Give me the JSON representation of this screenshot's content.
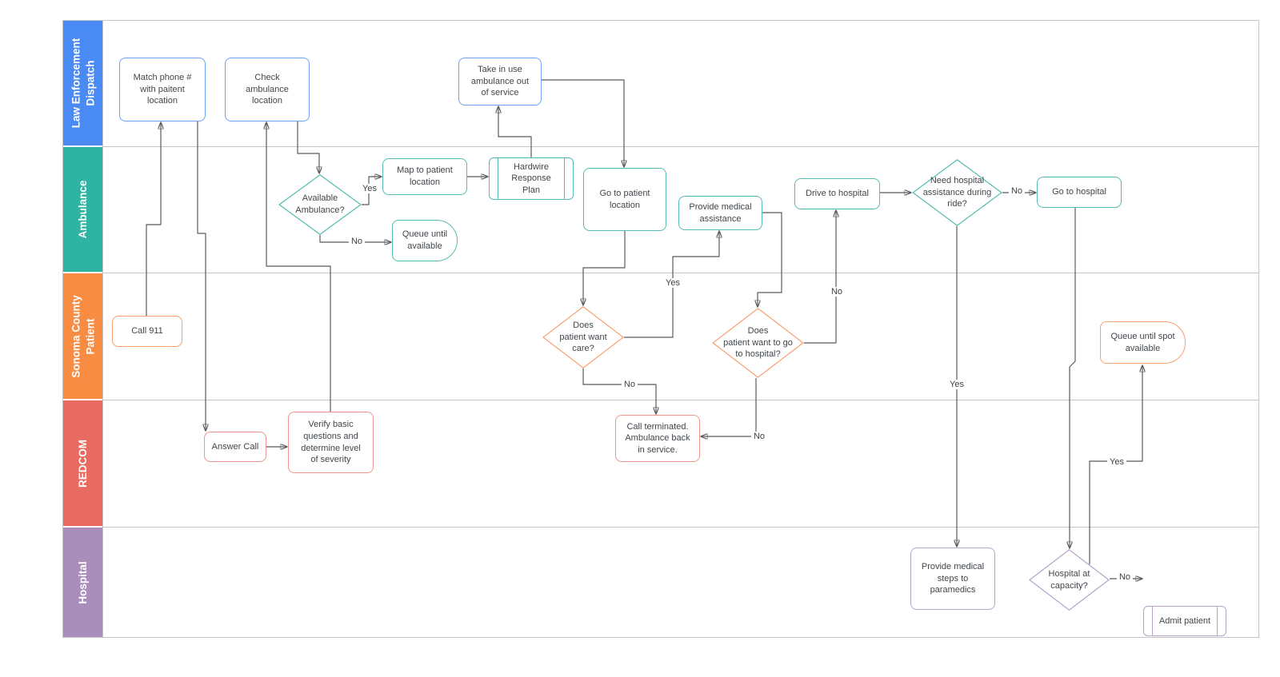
{
  "diagram_type": "swimlane-flowchart",
  "colors": {
    "lane_blue": "#4a8af4",
    "lane_teal": "#2fb3a3",
    "lane_orange": "#f98c43",
    "lane_red": "#e96a61",
    "lane_purple": "#a98dbb",
    "node_border_blue": "#6f9ff5",
    "node_border_teal": "#54bcb0",
    "node_border_orange": "#f8a06e",
    "node_border_red": "#f0948d",
    "node_border_purple": "#b7a2ca",
    "connector": "#585b5f",
    "node_text": "#41464b",
    "lane_line": "#c3c5c7",
    "node_fill": "#ffffff",
    "lane_label_text": "#ffffff"
  },
  "lanes": [
    {
      "id": "law-enforcement-dispatch",
      "label": "Law Enforcement\nDispatch",
      "color": "#4a8af4"
    },
    {
      "id": "ambulance",
      "label": "Ambulance",
      "color": "#2fb3a3"
    },
    {
      "id": "sonoma-county-patient",
      "label": "Sonoma County\nPatient",
      "color": "#f98c43"
    },
    {
      "id": "redcom",
      "label": "REDCOM",
      "color": "#e96a61"
    },
    {
      "id": "hospital",
      "label": "Hospital",
      "color": "#a98dbb"
    }
  ],
  "nodes": [
    {
      "id": "match-phone",
      "lane": "law-enforcement-dispatch",
      "type": "process",
      "label": "Match phone #\nwith paitent\nlocation"
    },
    {
      "id": "check-ambulance-location",
      "lane": "law-enforcement-dispatch",
      "type": "process",
      "label": "Check\nambulance\nlocation"
    },
    {
      "id": "take-ambulance-out-of-service",
      "lane": "law-enforcement-dispatch",
      "type": "process",
      "label": "Take in use\nambulance out\nof service"
    },
    {
      "id": "available-ambulance",
      "lane": "ambulance",
      "type": "decision",
      "label": "Available\nAmbulance?"
    },
    {
      "id": "map-to-patient-location",
      "lane": "ambulance",
      "type": "process",
      "label": "Map to patient\nlocation"
    },
    {
      "id": "hardwire-response-plan",
      "lane": "ambulance",
      "type": "predefined-process",
      "label": "Hardwire\nResponse\nPlan"
    },
    {
      "id": "queue-until-available",
      "lane": "ambulance",
      "type": "delay",
      "label": "Queue until\navailable"
    },
    {
      "id": "go-to-patient-location",
      "lane": "ambulance",
      "type": "process",
      "label": "Go to patient\nlocation"
    },
    {
      "id": "provide-medical-assistance",
      "lane": "ambulance",
      "type": "process",
      "label": "Provide medical\nassistance"
    },
    {
      "id": "drive-to-hospital",
      "lane": "ambulance",
      "type": "process",
      "label": "Drive to hospital"
    },
    {
      "id": "need-hospital-assistance",
      "lane": "ambulance",
      "type": "decision",
      "label": "Need hospital\nassistance during\nride?"
    },
    {
      "id": "go-to-hospital",
      "lane": "ambulance",
      "type": "process",
      "label": "Go to hospital"
    },
    {
      "id": "call-911",
      "lane": "sonoma-county-patient",
      "type": "process",
      "label": "Call 911"
    },
    {
      "id": "does-patient-want-care",
      "lane": "sonoma-county-patient",
      "type": "decision",
      "label": "Does\npatient want\ncare?"
    },
    {
      "id": "does-patient-want-hospital",
      "lane": "sonoma-county-patient",
      "type": "decision",
      "label": "Does\npatient want to go\nto hospital?"
    },
    {
      "id": "queue-until-spot-available",
      "lane": "sonoma-county-patient",
      "type": "delay",
      "label": "Queue until spot\navailable"
    },
    {
      "id": "answer-call",
      "lane": "redcom",
      "type": "process",
      "label": "Answer Call"
    },
    {
      "id": "verify-basic-questions",
      "lane": "redcom",
      "type": "process",
      "label": "Verify basic\nquestions and\ndetermine level\nof severity"
    },
    {
      "id": "call-terminated",
      "lane": "redcom",
      "type": "process",
      "label": "Call terminated.\nAmbulance back\nin service."
    },
    {
      "id": "provide-medical-steps",
      "lane": "hospital",
      "type": "process",
      "label": "Provide medical\nsteps to\nparamedics"
    },
    {
      "id": "hospital-at-capacity",
      "lane": "hospital",
      "type": "decision",
      "label": "Hospital at\ncapacity?"
    },
    {
      "id": "admit-patient",
      "lane": "hospital",
      "type": "predefined-process",
      "label": "Admit patient"
    }
  ],
  "connectors": [
    {
      "from": "call-911",
      "to": "match-phone",
      "label": ""
    },
    {
      "from": "match-phone",
      "to": "answer-call",
      "label": ""
    },
    {
      "from": "answer-call",
      "to": "verify-basic-questions",
      "label": ""
    },
    {
      "from": "verify-basic-questions",
      "to": "check-ambulance-location",
      "label": ""
    },
    {
      "from": "check-ambulance-location",
      "to": "available-ambulance",
      "label": ""
    },
    {
      "from": "available-ambulance",
      "to": "map-to-patient-location",
      "label": "Yes"
    },
    {
      "from": "available-ambulance",
      "to": "queue-until-available",
      "label": "No"
    },
    {
      "from": "map-to-patient-location",
      "to": "hardwire-response-plan",
      "label": ""
    },
    {
      "from": "hardwire-response-plan",
      "to": "take-ambulance-out-of-service",
      "label": ""
    },
    {
      "from": "take-ambulance-out-of-service",
      "to": "go-to-patient-location",
      "label": ""
    },
    {
      "from": "go-to-patient-location",
      "to": "does-patient-want-care",
      "label": ""
    },
    {
      "from": "does-patient-want-care",
      "to": "provide-medical-assistance",
      "label": "Yes"
    },
    {
      "from": "does-patient-want-care",
      "to": "call-terminated",
      "label": "No"
    },
    {
      "from": "provide-medical-assistance",
      "to": "does-patient-want-hospital",
      "label": ""
    },
    {
      "from": "does-patient-want-hospital",
      "to": "drive-to-hospital",
      "label": "No"
    },
    {
      "from": "does-patient-want-hospital",
      "to": "call-terminated",
      "label": "No"
    },
    {
      "from": "drive-to-hospital",
      "to": "need-hospital-assistance",
      "label": ""
    },
    {
      "from": "need-hospital-assistance",
      "to": "go-to-hospital",
      "label": "No"
    },
    {
      "from": "need-hospital-assistance",
      "to": "provide-medical-steps",
      "label": "Yes"
    },
    {
      "from": "go-to-hospital",
      "to": "hospital-at-capacity",
      "label": ""
    },
    {
      "from": "hospital-at-capacity",
      "to": "queue-until-spot-available",
      "label": "Yes"
    },
    {
      "from": "hospital-at-capacity",
      "to": "admit-patient",
      "label": "No"
    }
  ]
}
